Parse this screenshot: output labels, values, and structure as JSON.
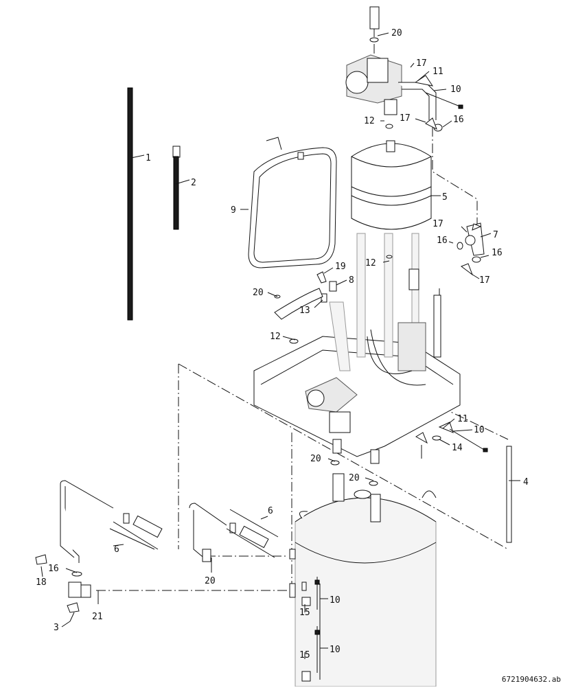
{
  "figure_id": "6721904632.ab",
  "callouts": [
    "1",
    "2",
    "3",
    "4",
    "5",
    "6",
    "6",
    "7",
    "8",
    "9",
    "10",
    "10",
    "10",
    "10",
    "11",
    "11",
    "12",
    "12",
    "12",
    "13",
    "14",
    "15",
    "15",
    "16",
    "16",
    "16",
    "16",
    "17",
    "17",
    "17",
    "17",
    "18",
    "19",
    "20",
    "20",
    "20",
    "20",
    "20",
    "21"
  ]
}
